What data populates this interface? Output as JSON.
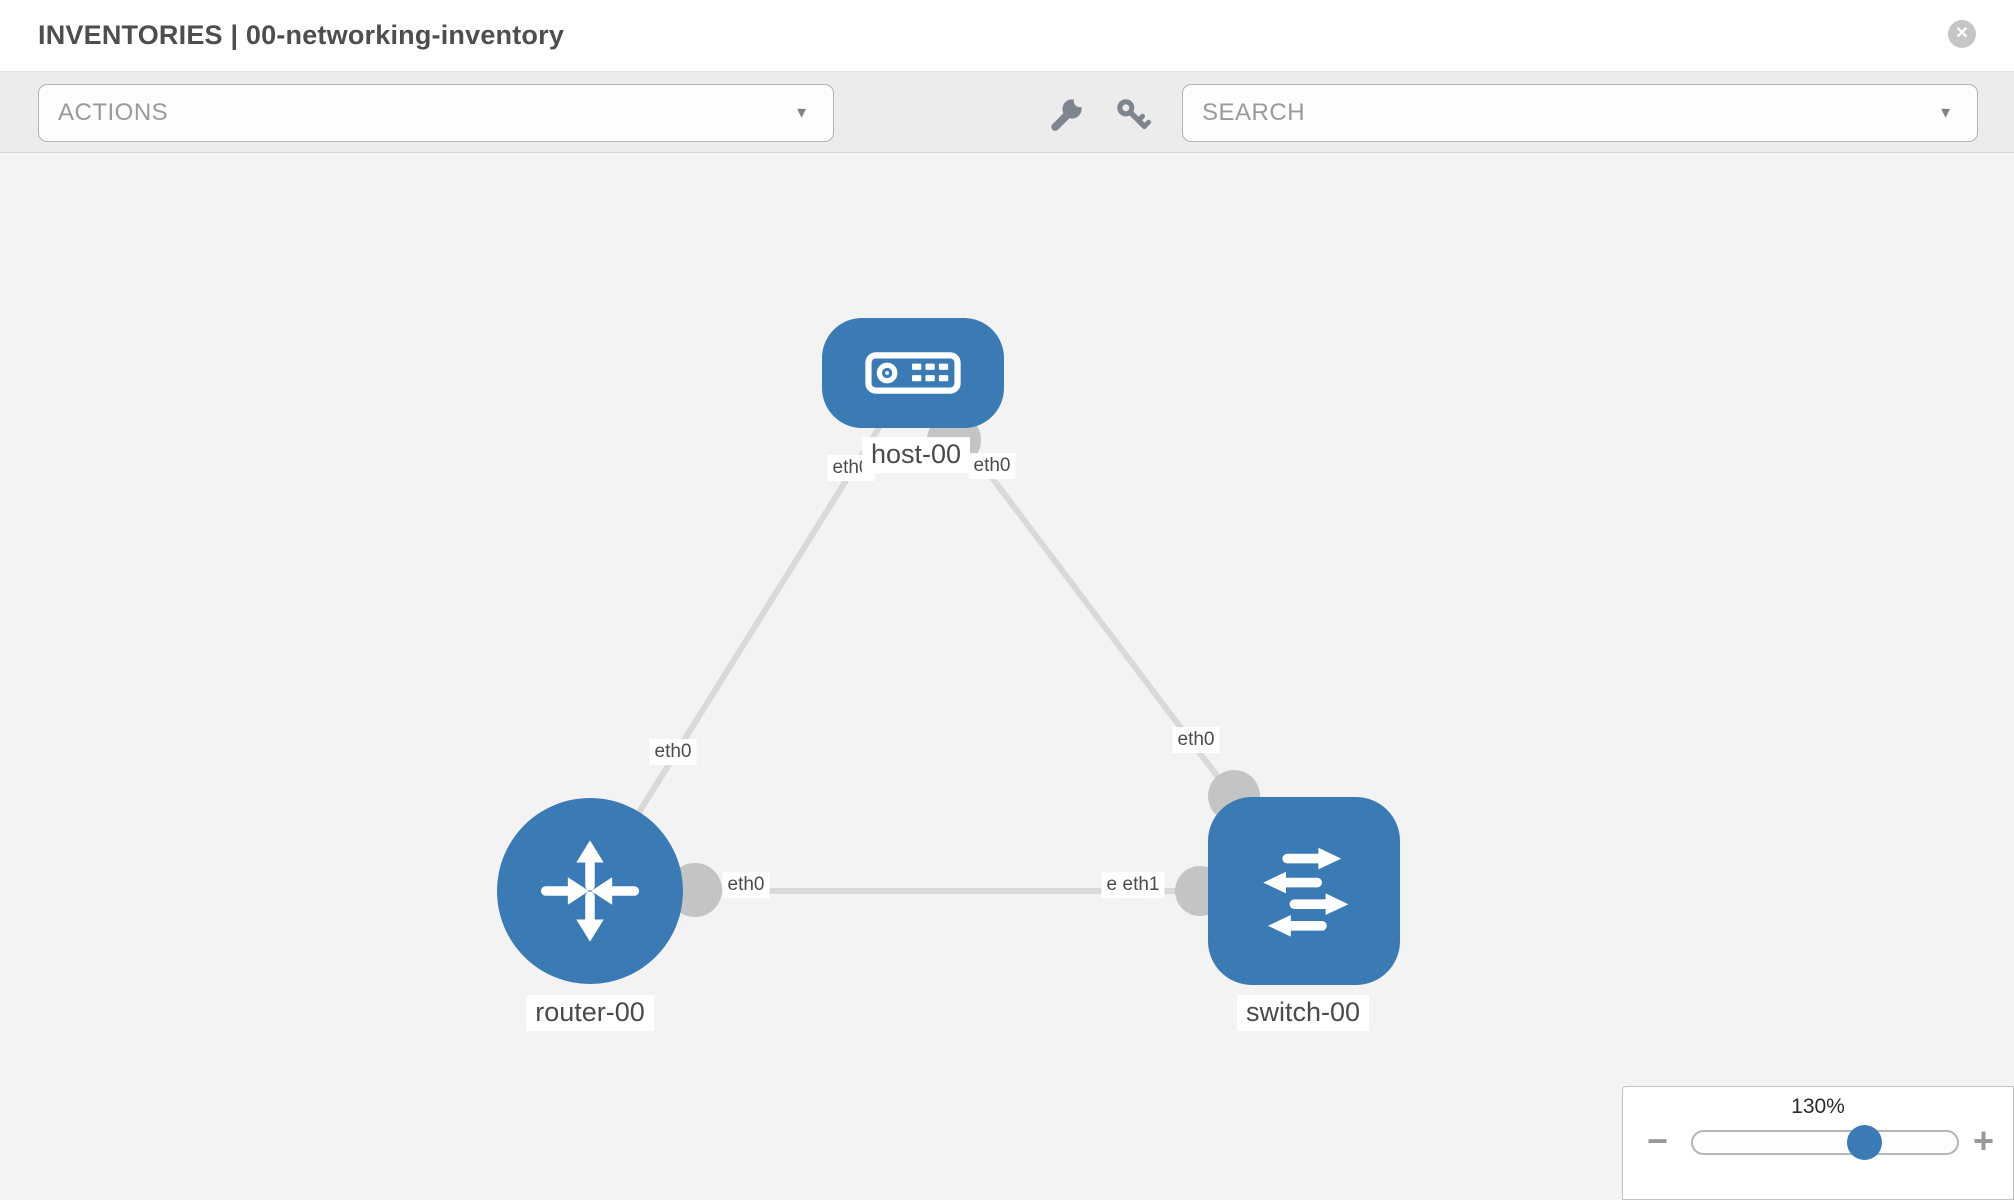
{
  "header": {
    "title": "INVENTORIES | 00-networking-inventory",
    "close_glyph": "✕"
  },
  "toolbar": {
    "actions_label": "ACTIONS",
    "search_label": "SEARCH",
    "dropdown_arrow": "▼",
    "icons": [
      "wrench-icon",
      "key-icon"
    ]
  },
  "topology": {
    "nodes": [
      {
        "id": "host-00",
        "label": "host-00",
        "type": "host"
      },
      {
        "id": "router-00",
        "label": "router-00",
        "type": "router"
      },
      {
        "id": "switch-00",
        "label": "switch-00",
        "type": "switch"
      }
    ],
    "links": [
      {
        "from": "host-00",
        "from_if": "eth0",
        "to": "router-00",
        "to_if": "eth0"
      },
      {
        "from": "host-00",
        "from_if": "eth0",
        "to": "switch-00",
        "to_if": "eth0"
      },
      {
        "from": "router-00",
        "from_if": "eth0",
        "to": "switch-00",
        "to_if_stack": [
          "eth0",
          "eth1"
        ]
      }
    ]
  },
  "zoom_control": {
    "level": "130%",
    "minus_glyph": "−",
    "plus_glyph": "+"
  },
  "colors": {
    "node_blue": "#3a7ab5",
    "link_gray": "#d9d9d9",
    "bubble_gray": "#c4c4c4",
    "toolbar_bg": "#ececec"
  }
}
